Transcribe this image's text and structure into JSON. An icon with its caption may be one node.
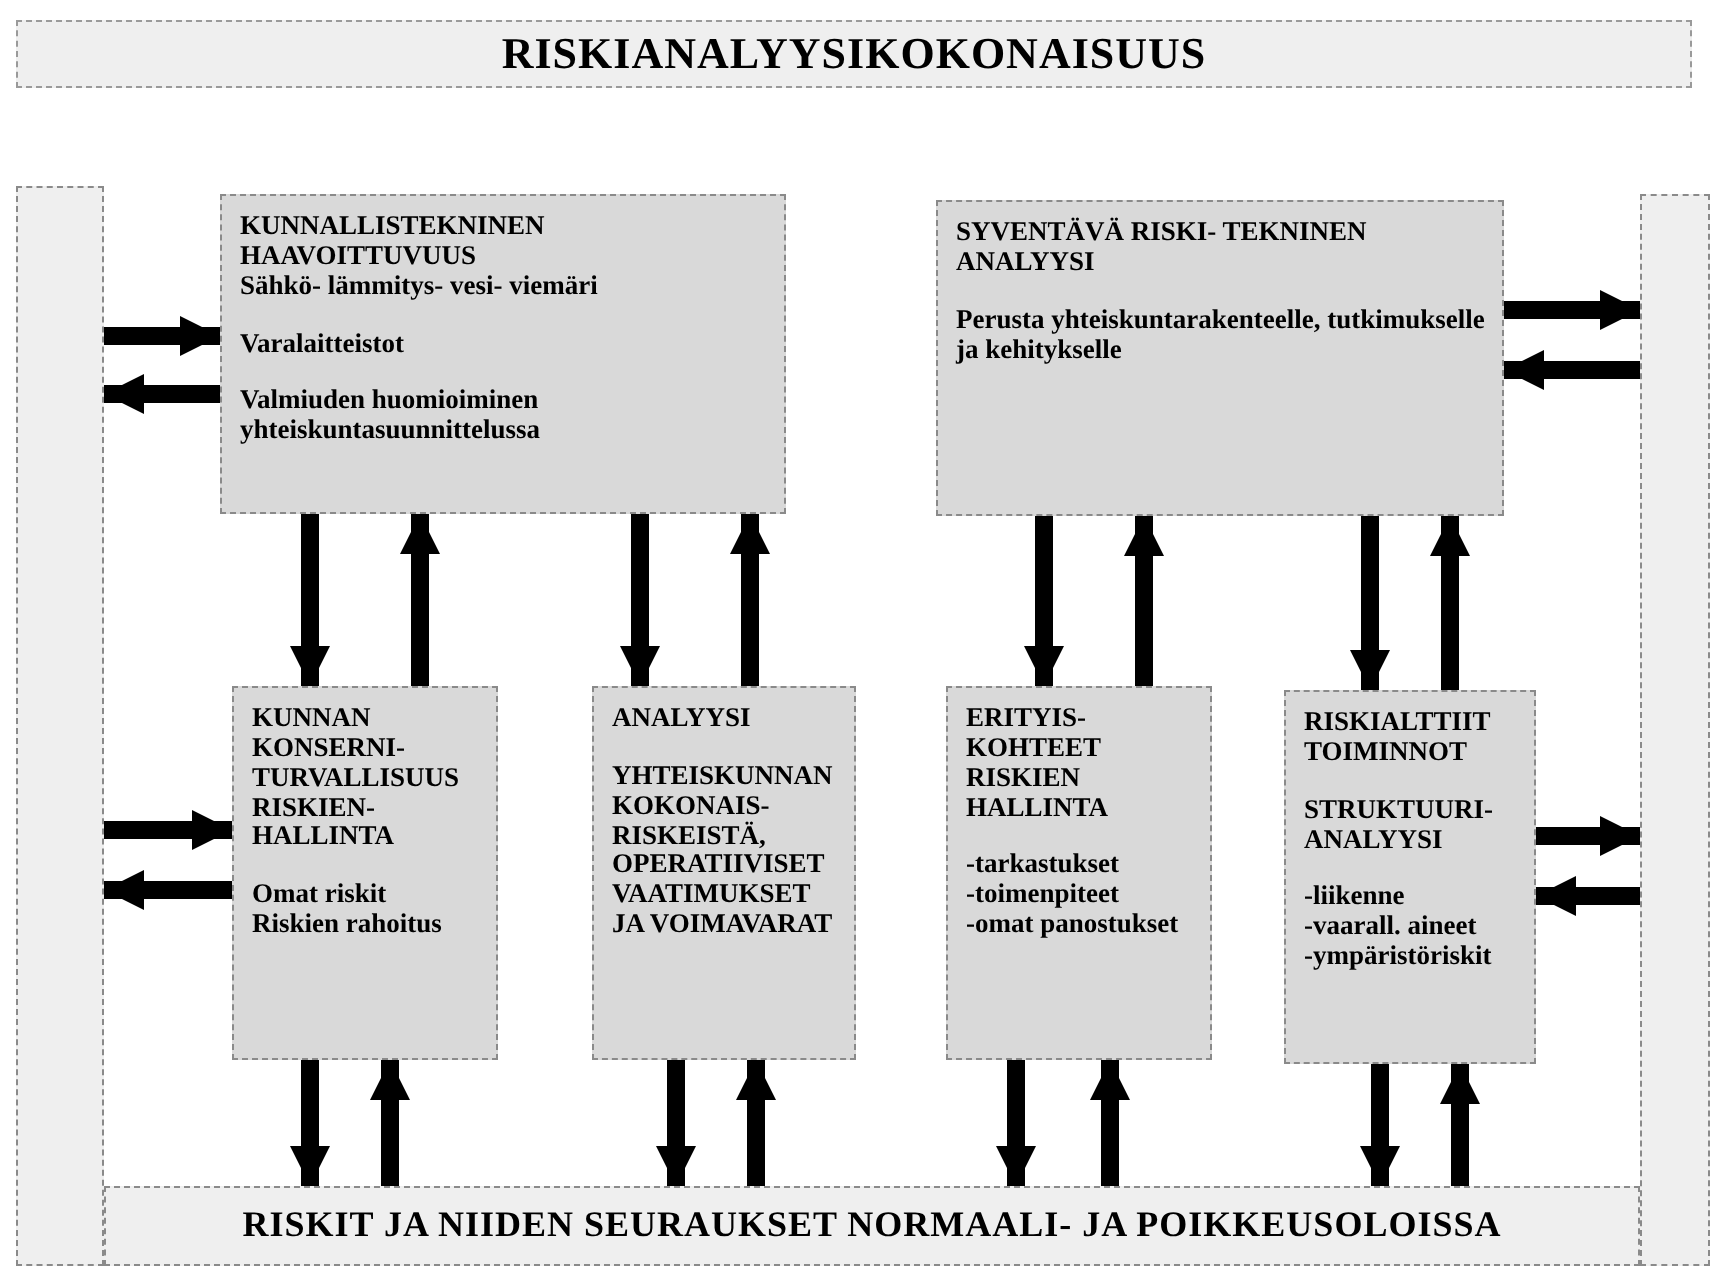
{
  "diagram": {
    "title": "RISKIANALYYSIKOKONAISUUS",
    "nodes": [
      {
        "text": [
          "KUNNALLISTEKNINEN HAAVOITTUVUUS",
          "Sähkö- lämmitys- vesi- viemäri",
          "Varalaitteistot",
          "Valmiuden huomioiminen yhteiskuntasuunnittelussa"
        ]
      },
      {
        "text": [
          "SYVENTÄVÄ RISKI- TEKNINEN ANALYYSI",
          "Perusta yhteiskuntarakenteelle, tutkimukselle ja kehitykselle"
        ]
      },
      {
        "text": [
          "KUNNAN KONSERNI- TURVALLISUUS RISKIEN- HALLINTA",
          "Omat riskit",
          "Riskien rahoitus"
        ]
      },
      {
        "text": [
          "ANALYYSI",
          "YHTEISKUNNAN KOKONAIS- RISKEISTÄ, OPERATIIVISET VAATIMUKSET JA VOIMAVARAT"
        ]
      },
      {
        "text": [
          "ERITYIS- KOHTEET RISKIEN HALLINTA",
          "-tarkastukset",
          "-toimenpiteet",
          "-omat panostukset"
        ]
      },
      {
        "text": [
          "RISKIALTTIIT TOIMINNOT",
          "STRUKTUURI- ANALYYSI",
          "-liikenne",
          "-vaarall. aineet",
          "-ympäristöriskit"
        ]
      },
      {
        "text": [
          "RISKIT JA NIIDEN SEURAUKSET NORMAALI- JA POIKKEUSOLOISSA"
        ]
      },
      {
        "text": [],
        "shape": "bar"
      },
      {
        "text": [],
        "shape": "bar"
      }
    ],
    "edges": [
      {
        "from": 7,
        "to": 0,
        "arrow": "to"
      },
      {
        "from": 0,
        "to": 7,
        "arrow": "to"
      },
      {
        "from": 1,
        "to": 8,
        "arrow": "to"
      },
      {
        "from": 8,
        "to": 1,
        "arrow": "to"
      },
      {
        "from": 0,
        "to": 2,
        "arrow": "to"
      },
      {
        "from": 2,
        "to": 0,
        "arrow": "to"
      },
      {
        "from": 0,
        "to": 3,
        "arrow": "to"
      },
      {
        "from": 3,
        "to": 0,
        "arrow": "to"
      },
      {
        "from": 1,
        "to": 4,
        "arrow": "to"
      },
      {
        "from": 4,
        "to": 1,
        "arrow": "to"
      },
      {
        "from": 1,
        "to": 5,
        "arrow": "to"
      },
      {
        "from": 5,
        "to": 1,
        "arrow": "to"
      },
      {
        "from": 7,
        "to": 2,
        "arrow": "to"
      },
      {
        "from": 2,
        "to": 7,
        "arrow": "to"
      },
      {
        "from": 5,
        "to": 8,
        "arrow": "to"
      },
      {
        "from": 8,
        "to": 5,
        "arrow": "to"
      },
      {
        "from": 2,
        "to": 6,
        "arrow": "to"
      },
      {
        "from": 6,
        "to": 2,
        "arrow": "to"
      },
      {
        "from": 3,
        "to": 6,
        "arrow": "to"
      },
      {
        "from": 6,
        "to": 3,
        "arrow": "to"
      },
      {
        "from": 4,
        "to": 6,
        "arrow": "to"
      },
      {
        "from": 6,
        "to": 4,
        "arrow": "to"
      },
      {
        "from": 5,
        "to": 6,
        "arrow": "to"
      },
      {
        "from": 6,
        "to": 5,
        "arrow": "to"
      }
    ]
  }
}
